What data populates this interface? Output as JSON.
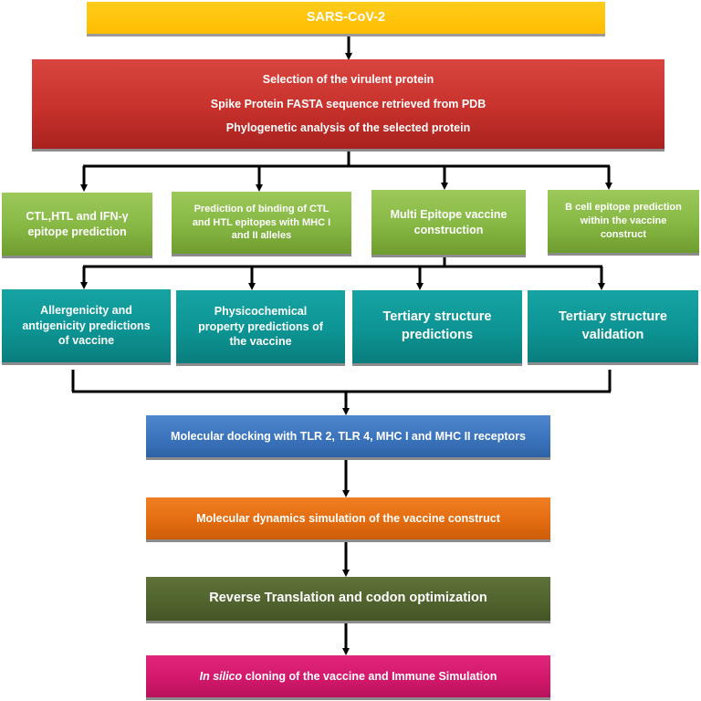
{
  "flow": {
    "start": "SARS-CoV-2",
    "selection": {
      "line1": "Selection of the virulent protein",
      "line2": "Spike Protein FASTA sequence retrieved from PDB",
      "line3": "Phylogenetic analysis of the selected protein"
    },
    "epitope_row": {
      "ctl": {
        "line1": "CTL,HTL and IFN-γ",
        "line2": "epitope prediction"
      },
      "binding": {
        "line1": "Prediction of binding of CTL",
        "line2": "and HTL epitopes with MHC I",
        "line3": "and II alleles"
      },
      "multi": {
        "line1": "Multi Epitope vaccine",
        "line2": "construction"
      },
      "bcell": {
        "line1": "B cell epitope prediction",
        "line2": "within the vaccine",
        "line3": "construct"
      }
    },
    "analysis_row": {
      "allergenicity": {
        "line1": "Allergenicity and",
        "line2": "antigenicity predictions",
        "line3": "of vaccine"
      },
      "physicochemical": {
        "line1": "Physicochemical",
        "line2": "property predictions of",
        "line3": "the vaccine"
      },
      "tertiary_pred": {
        "line1": "Tertiary structure",
        "line2": "predictions"
      },
      "tertiary_valid": {
        "line1": "Tertiary structure",
        "line2": "validation"
      }
    },
    "docking": "Molecular docking with TLR 2, TLR 4, MHC I and MHC II receptors",
    "dynamics": "Molecular dynamics simulation of the vaccine construct",
    "reverse": "Reverse Translation and codon optimization",
    "cloning": {
      "italic": "In silico",
      "rest": " cloning of the vaccine and Immune Simulation"
    }
  }
}
